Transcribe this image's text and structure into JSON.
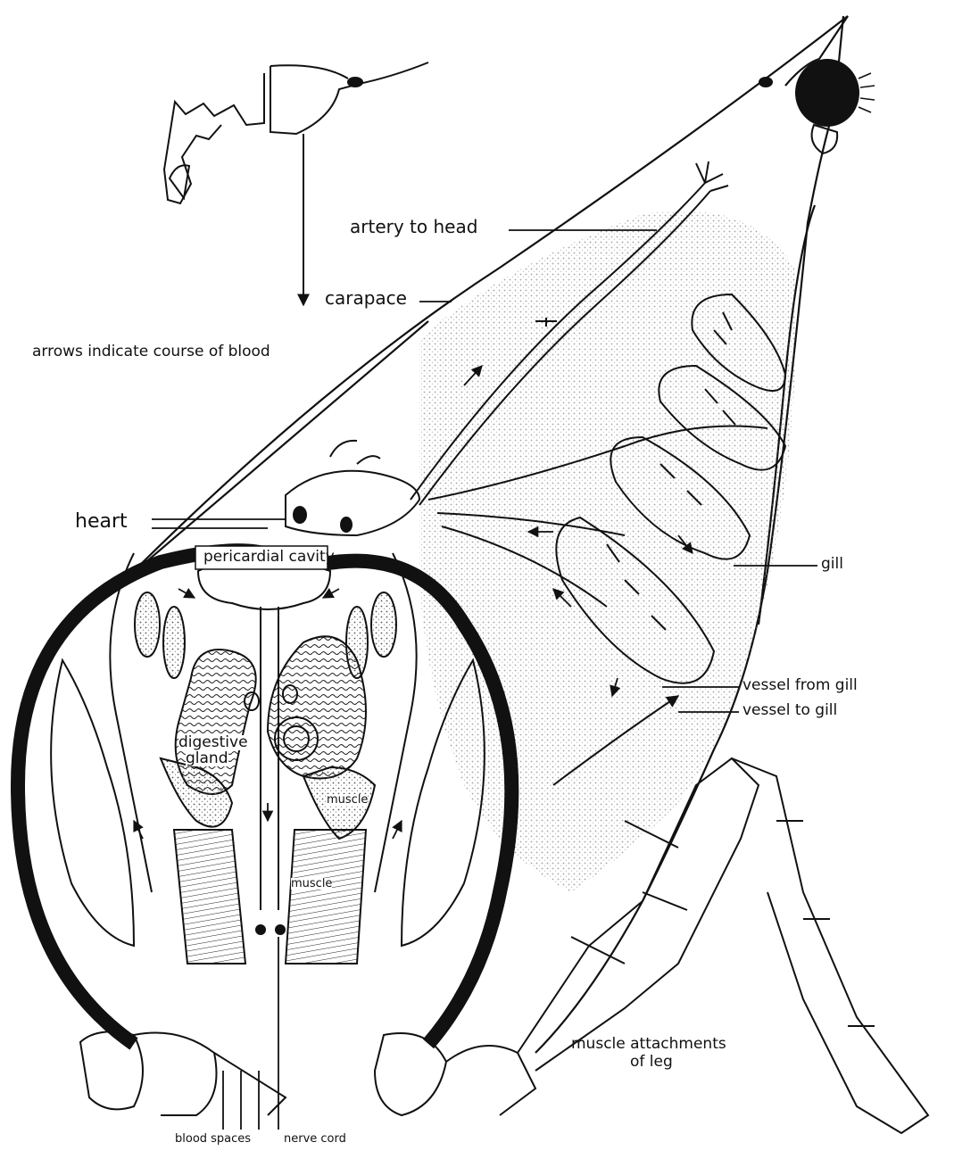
{
  "labels": {
    "artery_to_head": "artery to head",
    "carapace": "carapace",
    "arrows_note": "arrows indicate course of blood",
    "heart": "heart",
    "pericardial_cavity": "pericardial cavity",
    "gill": "gill",
    "vessel_from_gill": "vessel from gill",
    "vessel_to_gill": "vessel to gill",
    "digestive_gland_1": "digestive",
    "digestive_gland_2": "gland",
    "muscle_upper": "muscle",
    "muscle_lower": "muscle",
    "muscle_attachments_1": "muscle attachments",
    "muscle_attachments_2": "of leg",
    "blood_spaces": "blood spaces",
    "nerve_cord": "nerve cord"
  },
  "colors": {
    "ink": "#111111",
    "paper": "#ffffff",
    "stipple": "#bdbdbd"
  }
}
